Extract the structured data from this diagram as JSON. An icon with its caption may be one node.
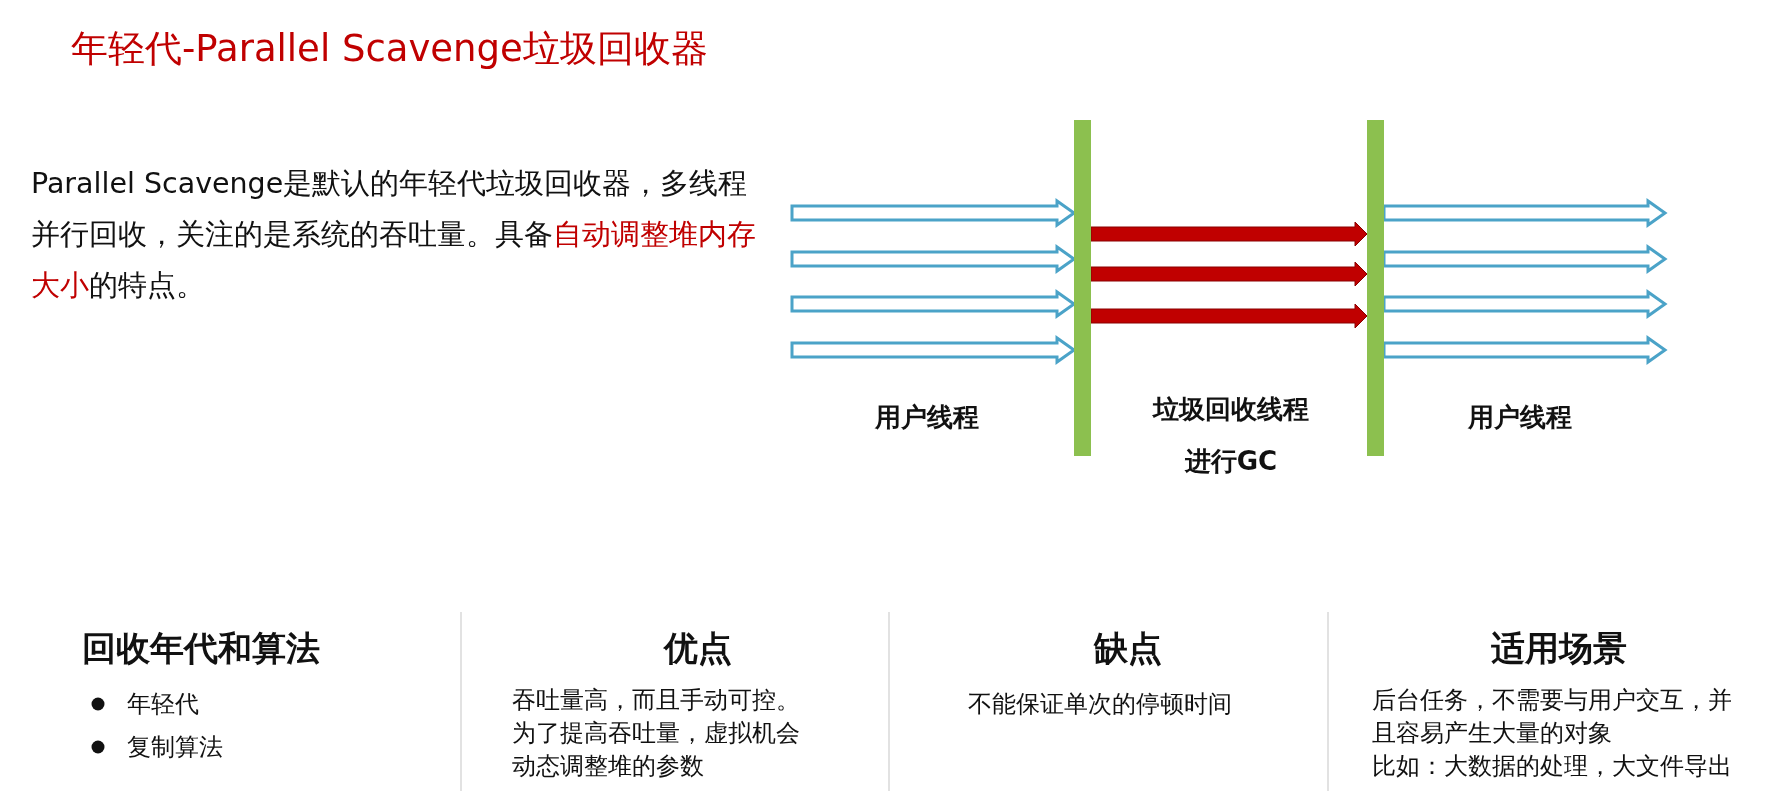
{
  "diagram": {
    "title": "年轻代-Parallel Scavenge垃圾回收器",
    "nodes": [
      {
        "text": [],
        "shape": "bar"
      },
      {
        "text": [],
        "shape": "bar"
      }
    ],
    "edges": [
      {
        "from": null,
        "to": 0,
        "arrow": "to"
      },
      {
        "from": null,
        "to": 0,
        "arrow": "to"
      },
      {
        "from": null,
        "to": 0,
        "arrow": "to"
      },
      {
        "from": null,
        "to": 0,
        "arrow": "to"
      },
      {
        "from": 0,
        "to": 1,
        "arrow": "to",
        "style": "thick",
        "color": "#c00000"
      },
      {
        "from": 0,
        "to": 1,
        "arrow": "to",
        "style": "thick",
        "color": "#c00000"
      },
      {
        "from": 0,
        "to": 1,
        "arrow": "to",
        "style": "thick",
        "color": "#c00000"
      },
      {
        "from": 1,
        "to": null,
        "arrow": "to"
      },
      {
        "from": 1,
        "to": null,
        "arrow": "to"
      },
      {
        "from": 1,
        "to": null,
        "arrow": "to"
      },
      {
        "from": 1,
        "to": null,
        "arrow": "to"
      }
    ],
    "labels": [
      "Parallel Scavenge是默认的年轻代垃圾回收器，多线程并行回收，关注的是系统的吞吐量。具备",
      "自动调整堆内存大小",
      "的特点。",
      "用户线程",
      "垃圾回收线程进行GC",
      "用户线程",
      "回收年代和算法",
      "年轻代",
      "复制算法",
      "优点",
      "吞吐量高，而且手动可控。为了提高吞吐量，虚拟机会动态调整堆的参数",
      "缺点",
      "不能保证单次的停顿时间",
      "适用场景",
      "后台任务，不需要与用户交互，并且容易产生大量的对象",
      "比如：大数据的处理，大文件导出"
    ]
  }
}
